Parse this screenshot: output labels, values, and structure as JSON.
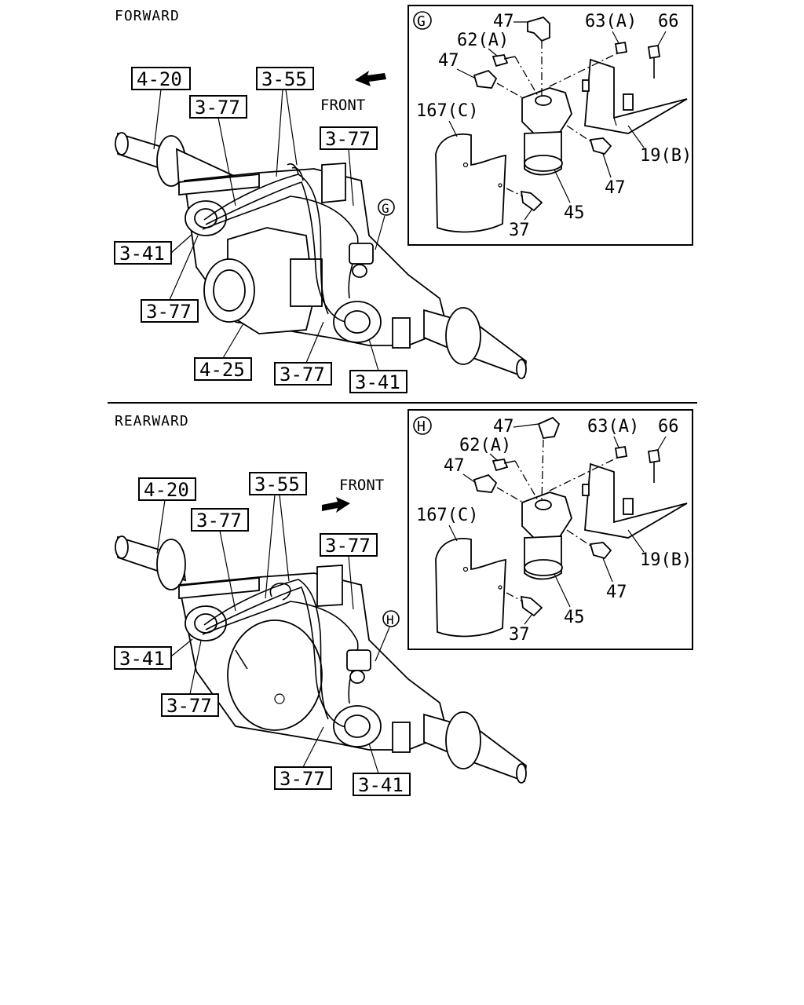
{
  "sections": [
    {
      "heading": "FORWARD",
      "front_label": "FRONT",
      "detail_marker": "G",
      "labels": [
        "4-20",
        "3-55",
        "3-77",
        "3-77",
        "3-41",
        "3-77",
        "4-25",
        "3-77",
        "3-41"
      ],
      "detail": {
        "marker": "G",
        "callouts": [
          "47",
          "62(A)",
          "63(A)",
          "66",
          "47",
          "167(C)",
          "19(B)",
          "47",
          "45",
          "37"
        ]
      }
    },
    {
      "heading": "REARWARD",
      "front_label": "FRONT",
      "detail_marker": "H",
      "labels": [
        "4-20",
        "3-55",
        "3-77",
        "3-77",
        "3-41",
        "3-77",
        "3-77",
        "3-41"
      ],
      "detail": {
        "marker": "H",
        "callouts": [
          "47",
          "62(A)",
          "63(A)",
          "66",
          "47",
          "167(C)",
          "19(B)",
          "47",
          "45",
          "37"
        ]
      }
    }
  ]
}
